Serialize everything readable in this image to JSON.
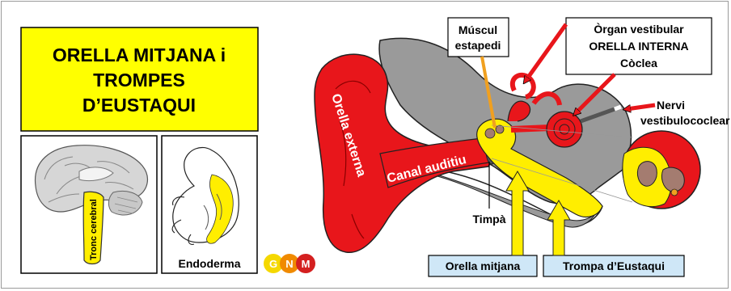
{
  "title": {
    "line1": "ORELLA MITJANA i",
    "line2": "TROMPES",
    "line3": "D’EUSTAQUI"
  },
  "panels": {
    "brain_label": "Tronc cerebral",
    "embryo_label": "Endoderma"
  },
  "logo": {
    "letters": [
      "G",
      "N",
      "M"
    ],
    "colors": [
      "#f5d800",
      "#f08a00",
      "#d42020"
    ]
  },
  "labels": {
    "muscle_line1": "Múscul",
    "muscle_line2": "estapedi",
    "inner_line1": "Òrgan vestibular",
    "inner_line2": "ORELLA INTERNA",
    "inner_line3": "Còclea",
    "nerve_line1": "Nervi",
    "nerve_line2": "vestibulococlear",
    "outer_ear": "Orella externa",
    "canal": "Canal auditiu",
    "eardrum": "Timpà",
    "middle_ear": "Orella mitjana",
    "eustachian": "Trompa d’Eustaqui"
  },
  "colors": {
    "title_bg": "#ffff00",
    "ear_red": "#e8161b",
    "bone_gray": "#9a9a9a",
    "yellow": "#ffee00",
    "callout_bg": "#cfe7f7",
    "arrow_orange": "#f0a020"
  }
}
